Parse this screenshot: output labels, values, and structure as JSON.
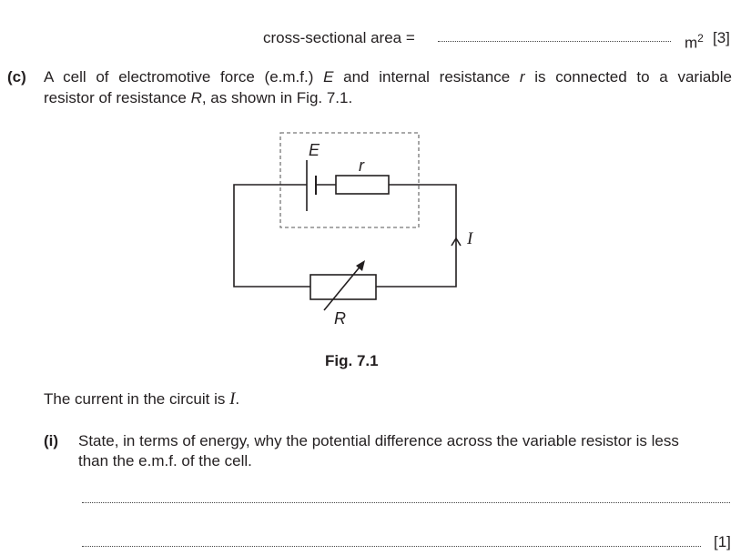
{
  "answer_line_a": {
    "label": "cross-sectional area =",
    "unit": "m",
    "unit_sup": "2",
    "marks": "[3]"
  },
  "part_c": {
    "label": "(c)",
    "line1_a": "A cell of electromotive force (e.m.f.) ",
    "E": "E",
    "line1_b": " and internal resistance ",
    "r": "r",
    "line1_c": " is connected to a variable",
    "line2_a": "resistor of resistance ",
    "R": "R",
    "line2_b": ", as shown in Fig. 7.1."
  },
  "figure": {
    "label_E": "E",
    "label_r": "r",
    "label_I": "I",
    "label_R": "R",
    "caption": "Fig. 7.1"
  },
  "current_text": {
    "a": "The current in the circuit is ",
    "I": "I",
    "b": "."
  },
  "part_i": {
    "label": "(i)",
    "line1": "State, in terms of energy, why the potential difference across the variable resistor is less",
    "line2": "than the e.m.f. of the cell.",
    "marks": "[1]"
  }
}
